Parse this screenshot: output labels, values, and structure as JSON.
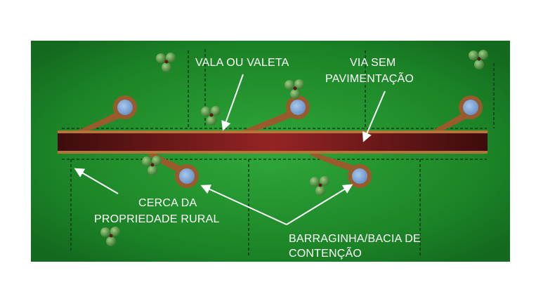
{
  "labels": {
    "vala": "VALA OU VALETA",
    "via_line1": "VIA SEM",
    "via_line2": "PAVIMENTAÇÃO",
    "cerca_line1": "CERCA DA",
    "cerca_line2": "PROPRIEDADE RURAL",
    "barraginha_line1": "BARRAGINHA/BACIA DE",
    "barraginha_line2": "CONTENÇÃO"
  },
  "colors": {
    "background_green": "#1f8a2a",
    "road_dark": "#4a0f0f",
    "road_center": "#8a1f1f",
    "road_edge": "#b5743a",
    "channel_brown": "#9a5b2c",
    "basin_blue": "#7fa8d9",
    "tree_green": "#5e9a4a",
    "annotation_white": "#ffffff",
    "fence_dash": "#10301a"
  }
}
